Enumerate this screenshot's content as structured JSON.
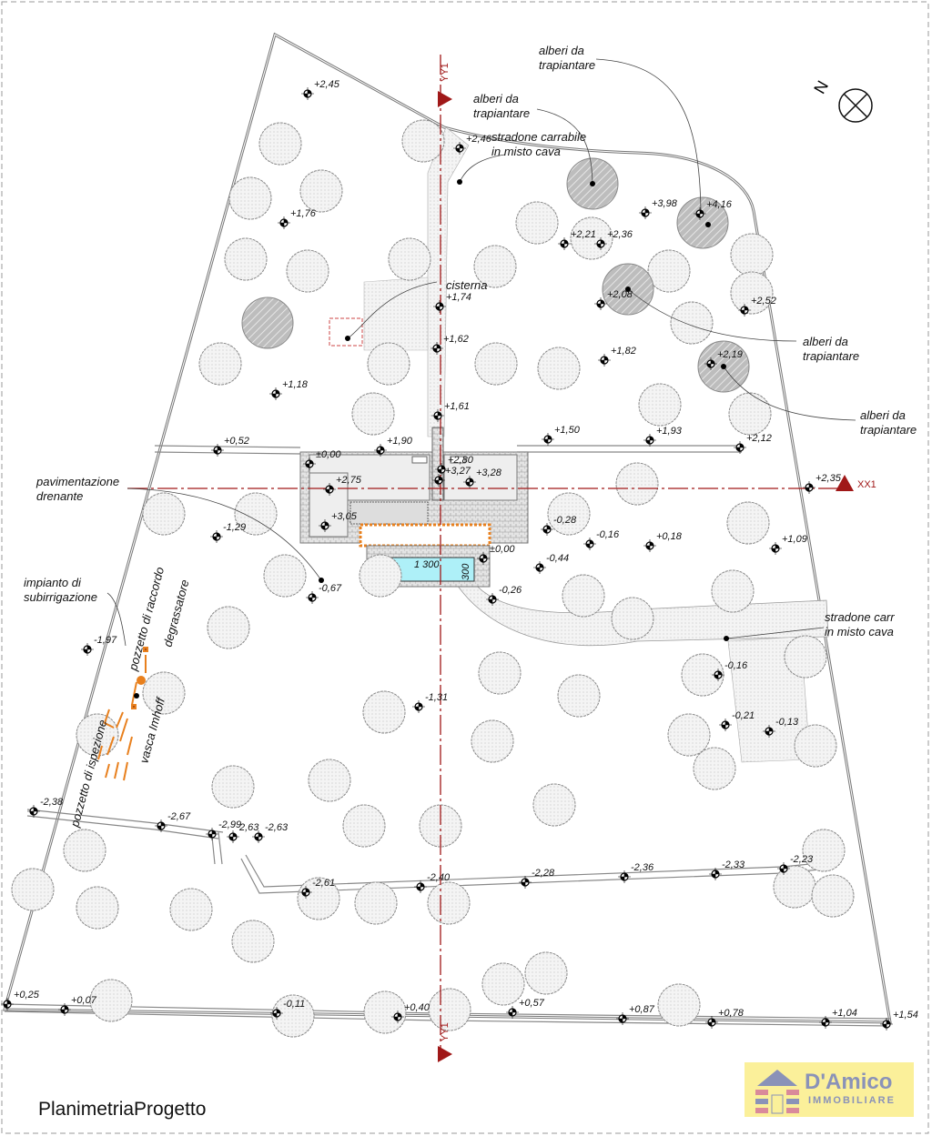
{
  "drawing_title": "PlanimetriaProgetto",
  "logo": {
    "name": "D'Amico",
    "subtitle": "IMMOBILIARE"
  },
  "axes": {
    "vertical_top": "YY1",
    "vertical_bottom": "YY1",
    "horizontal": "XX1"
  },
  "compass": {
    "label": "N"
  },
  "annotations": {
    "alberi_1": [
      "alberi da",
      "trapiantare"
    ],
    "alberi_2": [
      "alberi da",
      "trapiantare"
    ],
    "alberi_3": [
      "alberi da",
      "trapiantare"
    ],
    "alberi_4": [
      "alberi da",
      "trapiantare"
    ],
    "stradone_top": [
      "stradone carrabile",
      "in misto cava"
    ],
    "stradone_right": [
      "stradone carr",
      "in misto cava"
    ],
    "cisterna": "cisterna",
    "pavimentazione": [
      "pavimentazione",
      "drenante"
    ],
    "subirrigazione": [
      "impianto di",
      "subirrigazione"
    ],
    "pozzetto_raccordo": "pozzetto di raccordo",
    "degrassatore": "degrassatore",
    "pozzetto_ispezione": "pozzetto di ispezione",
    "vasca": "vasca Imhoff"
  },
  "pool": {
    "length": "1 300",
    "width": "300",
    "color": "#aef0f8"
  },
  "colors": {
    "axis": "#a01818",
    "septic": "#e8801e",
    "tree_fill": "#f2f2f2",
    "hatched_tree": "#b8b8b8"
  },
  "elevations": [
    "+2,45",
    "+2,46",
    "+1,76",
    "+3,98",
    "+4,16",
    "+2,21",
    "+2,36",
    "+2,08",
    "+2,52",
    "+1,74",
    "+1,62",
    "+1,82",
    "+2,19",
    "+1,18",
    "+1,61",
    "+1,50",
    "+1,93",
    "+2,12",
    "+0,52",
    "+1,90",
    "±0,00",
    "+2,75",
    "+3,27",
    "+2,80",
    "+3,28",
    "+3,05",
    "+2,35",
    "-0,28",
    "-0,16",
    "+0,18",
    "+1,09",
    "-1,29",
    "±0,00",
    "-0,44",
    "-0,26",
    "-0,67",
    "-1,97",
    "-0,16",
    "-1,31",
    "-0,21",
    "-0,13",
    "-2,38",
    "-2,67",
    "-2,99",
    "2,63",
    "-2,63",
    "-2,61",
    "-2,40",
    "-2,28",
    "-2,36",
    "-2,33",
    "-2,23",
    "+0,25",
    "+0,07",
    "-0,11",
    "+0,40",
    "+0,57",
    "+0,87",
    "+0,78",
    "+1,04",
    "+1,54"
  ]
}
